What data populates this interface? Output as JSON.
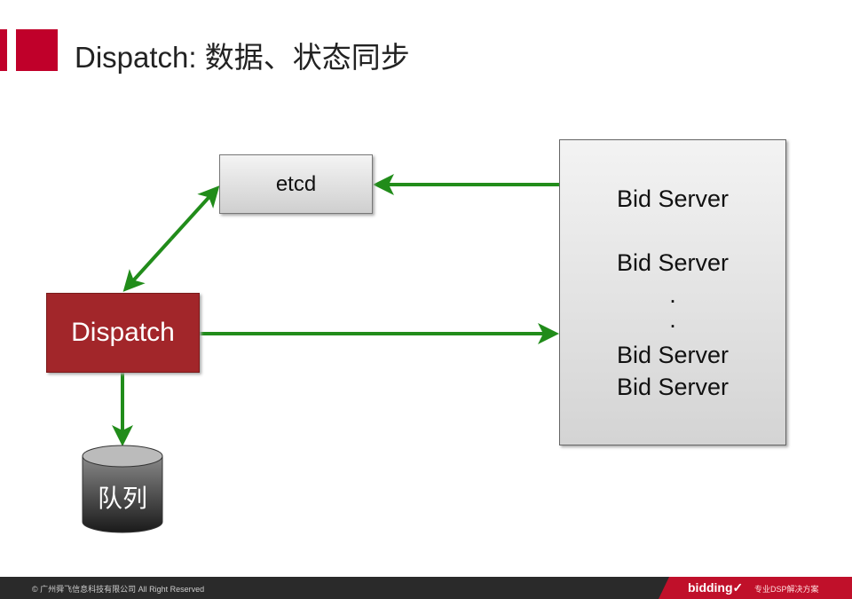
{
  "title": "Dispatch: 数据、状态同步",
  "nodes": {
    "etcd": "etcd",
    "dispatch": "Dispatch",
    "queue": "队列",
    "bid_servers": [
      "Bid Server",
      "",
      "Bid Server",
      ".",
      ".",
      "Bid Server",
      "Bid Server"
    ]
  },
  "footer": {
    "copyright": "© 广州舜飞信息科技有限公司 All Right Reserved",
    "brand": "bidding✓",
    "slogan": "专业DSP解决方案"
  },
  "colors": {
    "accent": "#c0002a",
    "arrow": "#218c1a",
    "dispatch": "#a2262a"
  }
}
